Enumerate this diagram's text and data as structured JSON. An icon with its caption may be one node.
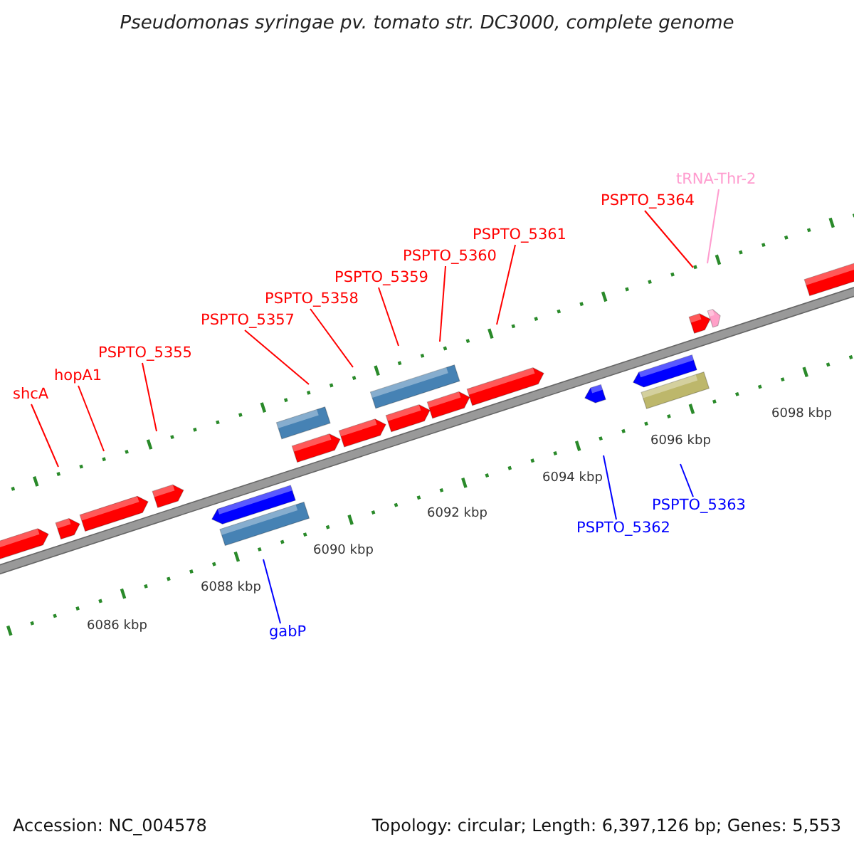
{
  "diagram": {
    "title": "Pseudomonas syringae pv. tomato str. DC3000, complete genome",
    "nodes": [
      {
        "text": [
          "shcA"
        ]
      },
      {
        "text": [
          "hopA1"
        ]
      },
      {
        "text": [
          "PSPTO_5355"
        ]
      },
      {
        "text": [
          "PSPTO_5357"
        ]
      },
      {
        "text": [
          "PSPTO_5358"
        ]
      },
      {
        "text": [
          "PSPTO_5359"
        ]
      },
      {
        "text": [
          "PSPTO_5360"
        ]
      },
      {
        "text": [
          "PSPTO_5361"
        ]
      },
      {
        "text": [
          "PSPTO_5364"
        ]
      },
      {
        "text": [
          "tRNA-Thr-2"
        ]
      },
      {
        "text": [
          "gabP"
        ]
      },
      {
        "text": [
          "PSPTO_5362"
        ]
      },
      {
        "text": [
          "PSPTO_5363"
        ]
      }
    ],
    "edges": [
      {
        "from": 0,
        "to": null,
        "arrow": "none"
      },
      {
        "from": 1,
        "to": null,
        "arrow": "none"
      },
      {
        "from": 2,
        "to": null,
        "arrow": "none"
      },
      {
        "from": 3,
        "to": null,
        "arrow": "none"
      },
      {
        "from": 4,
        "to": null,
        "arrow": "none"
      },
      {
        "from": 5,
        "to": null,
        "arrow": "none"
      },
      {
        "from": 6,
        "to": null,
        "arrow": "none"
      },
      {
        "from": 7,
        "to": null,
        "arrow": "none"
      },
      {
        "from": 8,
        "to": null,
        "arrow": "none"
      },
      {
        "from": 9,
        "to": null,
        "arrow": "none",
        "color": "#ff9ccf"
      },
      {
        "from": 10,
        "to": null,
        "arrow": "none",
        "color": "#0000ff"
      },
      {
        "from": 11,
        "to": null,
        "arrow": "none",
        "color": "#0000ff"
      },
      {
        "from": 12,
        "to": null,
        "arrow": "none",
        "color": "#0000ff"
      }
    ],
    "labels": [
      "6086 kbp",
      "6088 kbp",
      "6090 kbp",
      "6092 kbp",
      "6094 kbp",
      "6096 kbp",
      "6098 kbp",
      "Accession: NC_004578",
      "Topology: circular; Length: 6,397,126 bp; Genes: 5,553"
    ]
  }
}
